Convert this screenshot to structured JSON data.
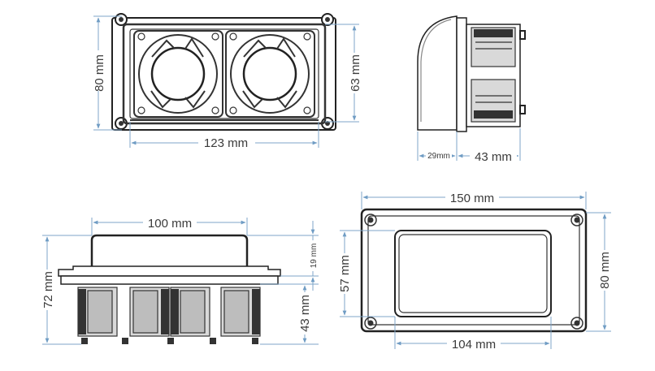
{
  "dimensions": {
    "top_view_height": "80 mm",
    "top_view_inner_height": "63 mm",
    "top_view_width": "123 mm",
    "side_depth_small": "29mm",
    "side_depth": "43 mm",
    "front_width_top": "100 mm",
    "front_total_height": "72 mm",
    "front_lower_height": "43 mm",
    "front_flange": "19 mm",
    "back_width": "150 mm",
    "back_inner_width": "104 mm",
    "back_height": "80 mm",
    "back_inner_height": "57 mm"
  }
}
